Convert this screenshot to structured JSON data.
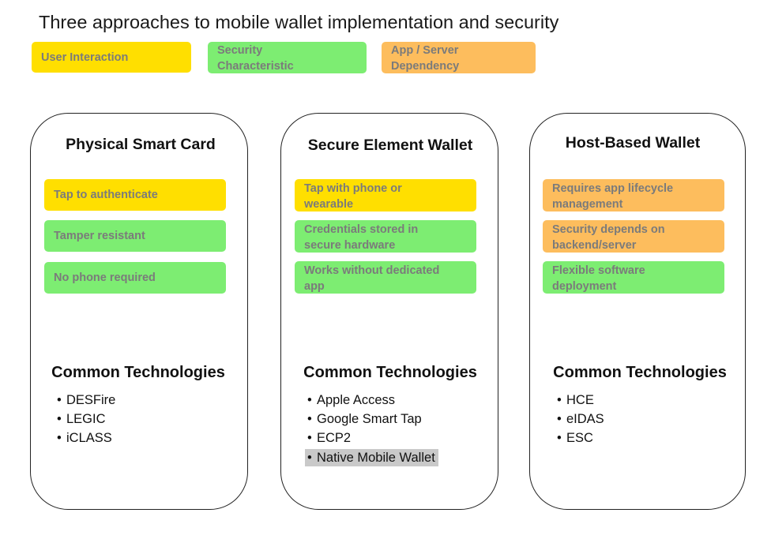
{
  "title": "Three approaches to mobile wallet implementation and security",
  "colors": {
    "user_interaction": "#ffdf00",
    "security_characteristic": "#7ded72",
    "app_server_dependency": "#fdbd5d",
    "highlight": "#c9c9c9"
  },
  "legend": {
    "user_interaction": "User Interaction",
    "security_characteristic_line1": "Security",
    "security_characteristic_line2": "Characteristic",
    "app_server_line1": "App / Server",
    "app_server_line2": "Dependency"
  },
  "cards": {
    "physical": {
      "title": "Physical Smart Card",
      "tags": [
        {
          "line1": "Tap to authenticate",
          "line2": "",
          "category": "user_interaction"
        },
        {
          "line1": "Tamper resistant",
          "line2": "",
          "category": "security_characteristic"
        },
        {
          "line1": "No phone required",
          "line2": "",
          "category": "security_characteristic"
        }
      ],
      "tech_heading": "Common Technologies",
      "technologies": [
        "DESFire",
        "LEGIC",
        "iCLASS"
      ]
    },
    "secure_element": {
      "title": "Secure Element Wallet",
      "tags": [
        {
          "line1": "Tap with phone or",
          "line2": "wearable",
          "category": "user_interaction"
        },
        {
          "line1": "Credentials stored in",
          "line2": "secure hardware",
          "category": "security_characteristic"
        },
        {
          "line1": "Works without dedicated",
          "line2": "app",
          "category": "security_characteristic"
        }
      ],
      "tech_heading": "Common Technologies",
      "technologies": [
        "Apple Access",
        "Google Smart Tap",
        "ECP2",
        "Native Mobile Wallet"
      ],
      "highlighted_technology": "Native Mobile Wallet"
    },
    "host_based": {
      "title": "Host-Based Wallet",
      "tags": [
        {
          "line1": "Requires app lifecycle",
          "line2": "management",
          "category": "app_server_dependency"
        },
        {
          "line1": "Security depends on",
          "line2": "backend/server",
          "category": "app_server_dependency"
        },
        {
          "line1": "Flexible software",
          "line2": "deployment",
          "category": "security_characteristic"
        }
      ],
      "tech_heading": "Common Technologies",
      "technologies": [
        "HCE",
        "eIDAS",
        "ESC"
      ]
    }
  },
  "bullet": "•"
}
